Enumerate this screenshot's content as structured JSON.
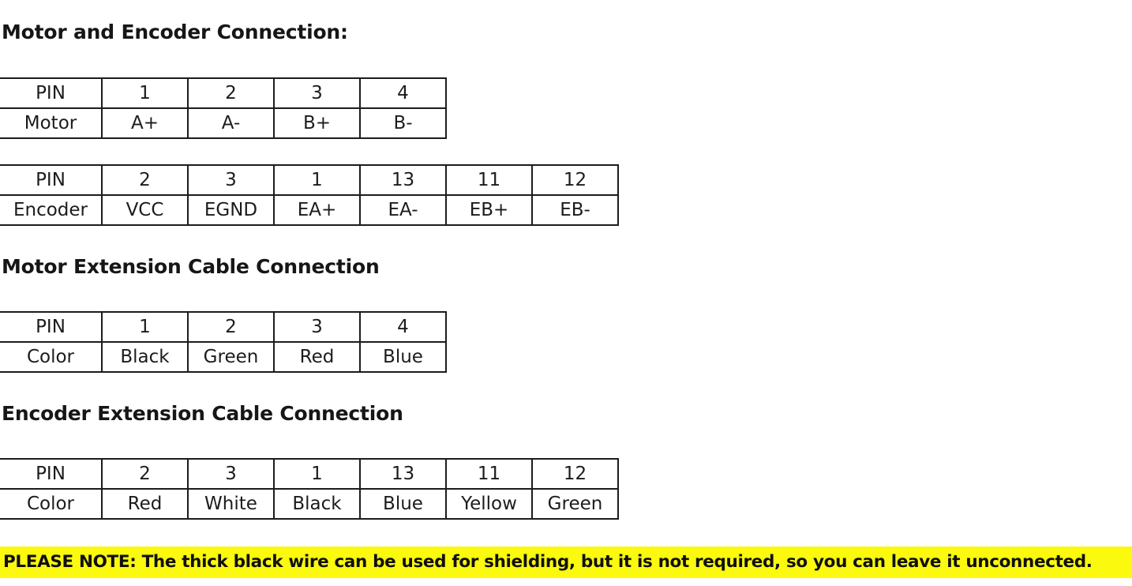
{
  "document": {
    "background_color": "#ffffff",
    "text_color": "#1c1c1c"
  },
  "sections": [
    {
      "heading": "Motor and Encoder Connection:",
      "table": {
        "rows": [
          [
            "PIN",
            "1",
            "2",
            "3",
            "4"
          ],
          [
            "Motor",
            "A+",
            "A-",
            "B+",
            "B-"
          ]
        ]
      }
    },
    {
      "heading": "",
      "table": {
        "rows": [
          [
            "PIN",
            "2",
            "3",
            "1",
            "13",
            "11",
            "12"
          ],
          [
            "Encoder",
            "VCC",
            "EGND",
            "EA+",
            "EA-",
            "EB+",
            "EB-"
          ]
        ]
      }
    },
    {
      "heading": "Motor Extension Cable Connection",
      "table": {
        "rows": [
          [
            "PIN",
            "1",
            "2",
            "3",
            "4"
          ],
          [
            "Color",
            "Black",
            "Green",
            "Red",
            "Blue"
          ]
        ]
      }
    },
    {
      "heading": "Encoder Extension Cable Connection",
      "table": {
        "rows": [
          [
            "PIN",
            "2",
            "3",
            "1",
            "13",
            "11",
            "12"
          ],
          [
            "Color",
            "Red",
            "White",
            "Black",
            "Blue",
            "Yellow",
            "Green"
          ]
        ]
      }
    }
  ],
  "headings": {
    "motor_encoder": "Motor and Encoder Connection:",
    "motor_extension": "Motor Extension Cable Connection",
    "encoder_extension": "Encoder Extension Cable Connection"
  },
  "motor_table": {
    "pin_label": "PIN",
    "pins": [
      "1",
      "2",
      "3",
      "4"
    ],
    "signal_label": "Motor",
    "signals": [
      "A+",
      "A-",
      "B+",
      "B-"
    ]
  },
  "encoder_table": {
    "pin_label": "PIN",
    "pins": [
      "2",
      "3",
      "1",
      "13",
      "11",
      "12"
    ],
    "signal_label": "Encoder",
    "signals": [
      "VCC",
      "EGND",
      "EA+",
      "EA-",
      "EB+",
      "EB-"
    ]
  },
  "motor_ext_table": {
    "pin_label": "PIN",
    "pins": [
      "1",
      "2",
      "3",
      "4"
    ],
    "color_label": "Color",
    "colors": [
      "Black",
      "Green",
      "Red",
      "Blue"
    ]
  },
  "encoder_ext_table": {
    "pin_label": "PIN",
    "pins": [
      "2",
      "3",
      "1",
      "13",
      "11",
      "12"
    ],
    "color_label": "Color",
    "colors": [
      "Red",
      "White",
      "Black",
      "Blue",
      "Yellow",
      "Green"
    ]
  },
  "note": {
    "text": "PLEASE NOTE: The thick black wire can be used for shielding, but it is not required, so you can leave it unconnected.",
    "background_color": "#fbf90d",
    "text_color": "#101010"
  }
}
